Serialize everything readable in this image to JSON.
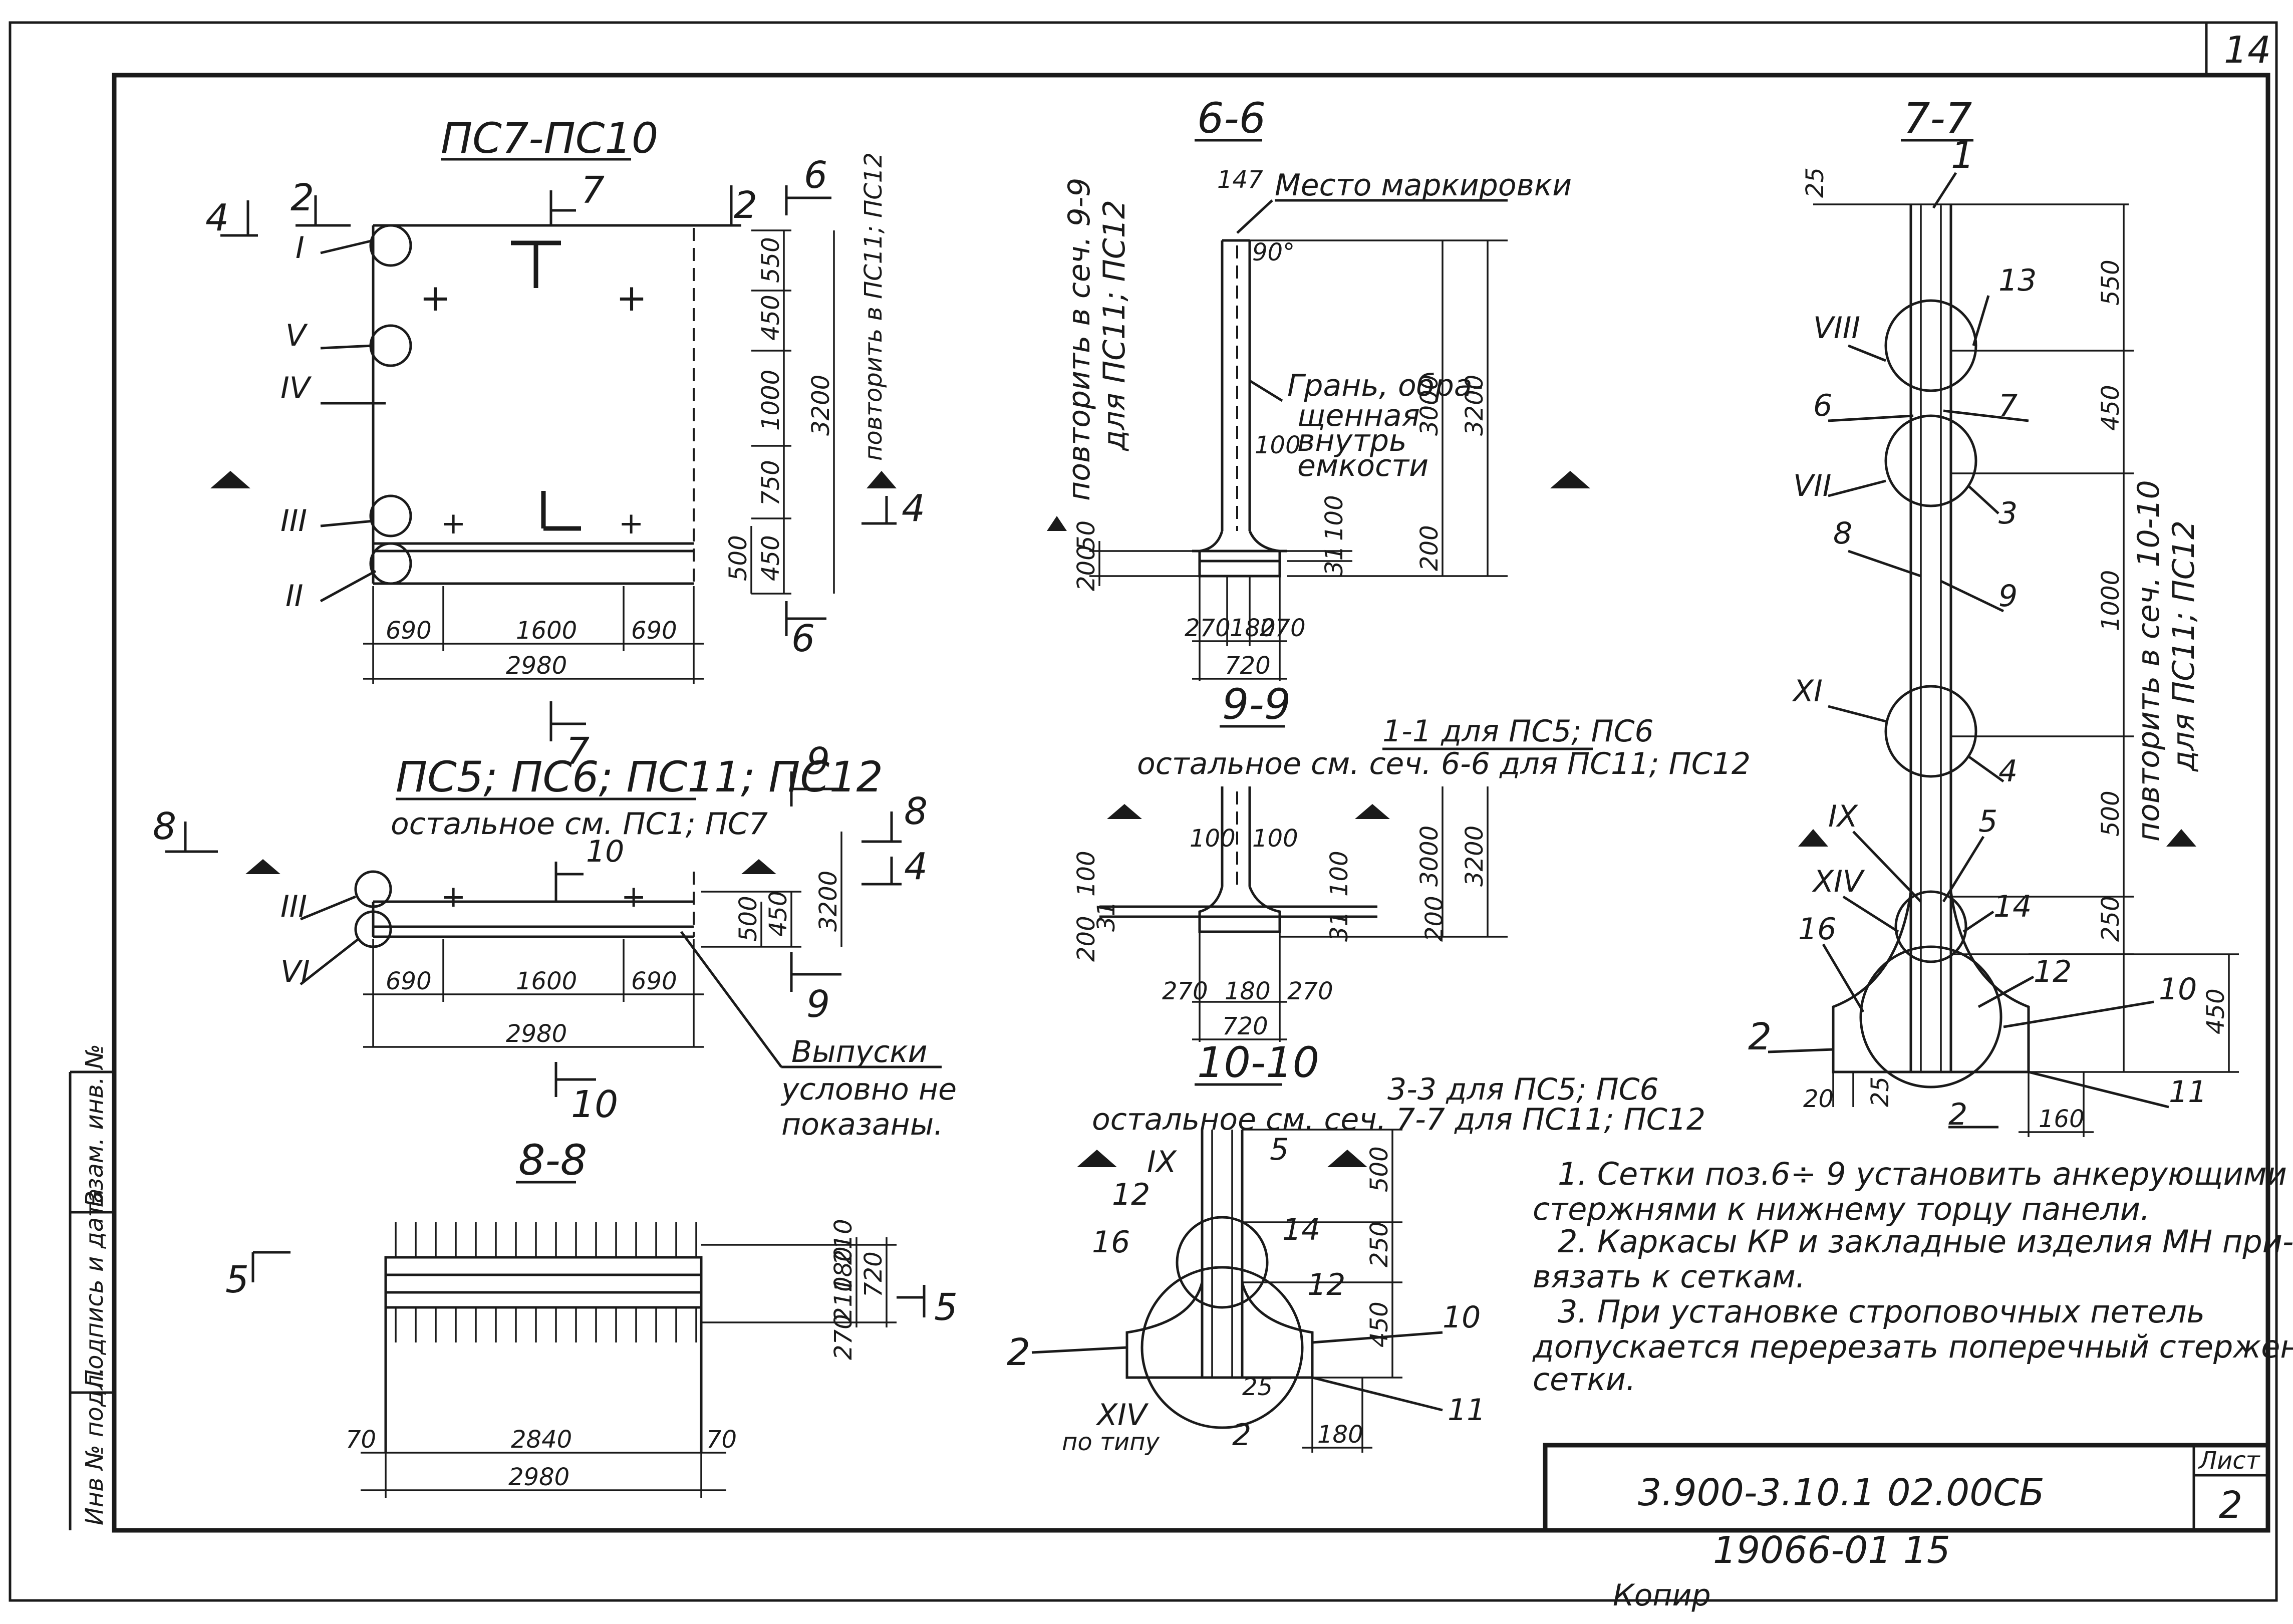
{
  "sheet": {
    "page_number": "14",
    "sheet_label": "Лист",
    "sheet_number": "2",
    "code": "3.900-3.10.1 02.00СБ",
    "inv_number": "19066-01   15",
    "copy_label": "Копир",
    "stamp_column": [
      "Инв № подл.",
      "Подпись и дата",
      "Взам. инв. №"
    ]
  },
  "view_pc7": {
    "title": "ПС7-ПС10",
    "section_marks": [
      "4",
      "2",
      "7",
      "2",
      "6",
      "4",
      "6",
      "7"
    ],
    "node_marks": [
      "I",
      "V",
      "IV",
      "III",
      "II"
    ],
    "vertical_dims": [
      "550",
      "450",
      "1000",
      "750",
      "450",
      "500"
    ],
    "overall_height": "3200",
    "repeat_note": "повторить в ПС11; ПС12",
    "horizontal_dims": [
      "690",
      "1600",
      "690"
    ],
    "overall_width": "2980"
  },
  "view_pc5": {
    "title": "ПС5; ПС6; ПС11; ПС12",
    "subtitle": "остальное см. ПС1; ПС7",
    "section_marks": [
      "8",
      "9",
      "8",
      "4",
      "10",
      "9",
      "10"
    ],
    "node_marks": [
      "III",
      "VI"
    ],
    "vertical_dims": [
      "500",
      "450"
    ],
    "overall_height": "3200",
    "horizontal_dims": [
      "690",
      "1600",
      "690"
    ],
    "overall_width": "2980",
    "outlet_note": [
      "Выпуски",
      "условно не",
      "показаны."
    ]
  },
  "section_8_8": {
    "title": "8-8",
    "side_mark": "5",
    "right_mark": "5",
    "vertical_dims": [
      "210",
      "180",
      "210"
    ],
    "total_depth": "720",
    "bottom_dim": "270",
    "horizontal_dims": [
      "70",
      "2840",
      "70"
    ],
    "overall_width": "2980"
  },
  "section_6_6": {
    "title": "6-6",
    "top_dim": "147",
    "marking_note": "Место маркировки",
    "angle": "90°",
    "face_note": [
      "Грань, обра-",
      "щенная",
      "внутрь",
      "емкости"
    ],
    "repeat_note": [
      "повторить в сеч. 9-9",
      "для ПС11; ПС12"
    ],
    "inner_dims": [
      "100",
      "100",
      "31"
    ],
    "left_dims": [
      "200",
      "50"
    ],
    "vertical_dims": [
      "3000",
      "3200",
      "200"
    ],
    "base_dims": [
      "270",
      "180",
      "270"
    ],
    "base_width": "720"
  },
  "section_9_9": {
    "title": "9-9",
    "note_1": "1-1 для ПС5; ПС6",
    "note_2": "остальное см. сеч. 6-6 для ПС11; ПС12",
    "top_dims": [
      "100",
      "100"
    ],
    "left_dims": [
      "100",
      "200",
      "31"
    ],
    "right_dims": [
      "100",
      "31",
      "200"
    ],
    "vertical_dims": [
      "3000",
      "3200"
    ],
    "base_dims": [
      "270",
      "180",
      "270"
    ],
    "base_width": "720"
  },
  "section_10_10": {
    "title": "10-10",
    "note_1": "3-3 для ПС5; ПС6",
    "note_2": "остальное см. сеч. 7-7 для ПС11; ПС12",
    "position_labels": [
      "IX",
      "5",
      "12",
      "14",
      "16",
      "12",
      "10",
      "2",
      "2",
      "11",
      "XIV"
    ],
    "vertical_dims": [
      "500",
      "250",
      "450"
    ],
    "small_dim": "25",
    "base_dim": "180",
    "type_note": "по типу"
  },
  "section_7_7": {
    "title": "7-7",
    "top_dim": "25",
    "position_labels": [
      "1",
      "VIII",
      "13",
      "6",
      "7",
      "VII",
      "3",
      "8",
      "9",
      "XI",
      "4",
      "IX",
      "5",
      "XIV",
      "14",
      "16",
      "12",
      "10",
      "2",
      "2",
      "11"
    ],
    "vertical_dims": [
      "550",
      "450",
      "1000",
      "500",
      "250",
      "450"
    ],
    "bottom_dims": [
      "20",
      "25",
      "160"
    ],
    "repeat_note": [
      "повторить в сеч. 10-10",
      "для ПС11; ПС12"
    ]
  },
  "notes": [
    "1. Сетки поз.6÷ 9 установить анкерующими",
    "стержнями к нижнему торцу панели.",
    "2. Каркасы КР и закладные изделия МН при-",
    "вязать к сеткам.",
    "3. При установке строповочных петель",
    "допускается перерезать поперечный стержень",
    "сетки."
  ]
}
